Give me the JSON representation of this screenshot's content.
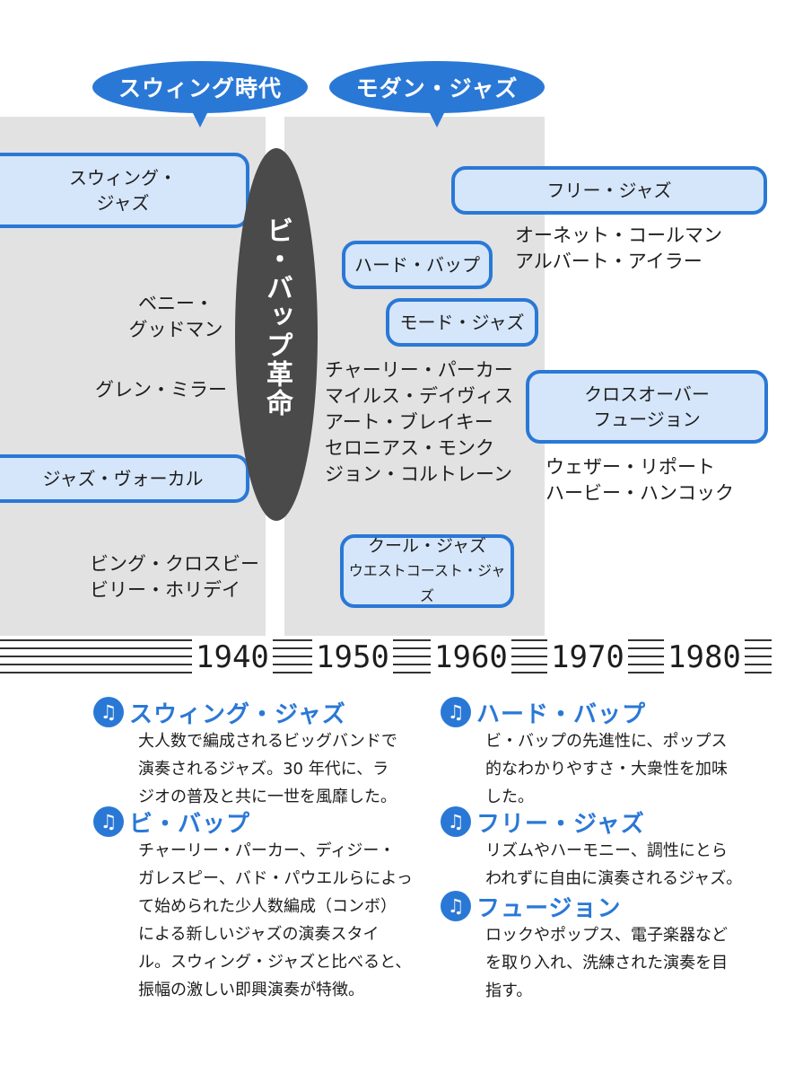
{
  "eras": {
    "swing": "スウィング時代",
    "modern": "モダン・ジャズ"
  },
  "bebop": "ビ・バップ革命",
  "styles": {
    "swing_jazz": [
      "スウィング・",
      "ジャズ"
    ],
    "jazz_vocal": "ジャズ・ヴォーカル",
    "free_jazz": "フリー・ジャズ",
    "hard_bop": "ハード・バップ",
    "mode_jazz": "モード・ジャズ",
    "crossover": [
      "クロスオーバー",
      "フュージョン"
    ],
    "cool_jazz": [
      "クール・ジャズ",
      "ウエストコースト・ジャズ"
    ]
  },
  "people": {
    "goodman": [
      "ベニー・",
      "グッドマン"
    ],
    "miller": "グレン・ミラー",
    "vocal": [
      "ビング・クロスビー",
      "ビリー・ホリデイ"
    ],
    "free": [
      "オーネット・コールマン",
      "アルバート・アイラー"
    ],
    "modern": [
      "チャーリー・パーカー",
      "マイルス・デイヴィス",
      "アート・ブレイキー",
      "セロニアス・モンク",
      "ジョン・コルトレーン"
    ],
    "fusion": [
      "ウェザー・リポート",
      "ハービー・ハンコック"
    ]
  },
  "years": [
    "1940",
    "1950",
    "1960",
    "1970",
    "1980"
  ],
  "notes": [
    {
      "title": "スウィング・ジャズ",
      "lines": [
        "大人数で編成されるビッグバンドで",
        "演奏されるジャズ。30 年代に、ラ",
        "ジオの普及と共に一世を風靡した。"
      ]
    },
    {
      "title": "ビ・バップ",
      "lines": [
        "チャーリー・パーカー、ディジー・",
        "ガレスピー、バド・パウエルらによっ",
        "て始められた少人数編成（コンボ）",
        "による新しいジャズの演奏スタイ",
        "ル。スウィング・ジャズと比べると、",
        "振幅の激しい即興演奏が特徴。"
      ]
    },
    {
      "title": "ハード・バップ",
      "lines": [
        "ビ・バップの先進性に、ポップス",
        "的なわかりやすさ・大衆性を加味",
        "した。"
      ]
    },
    {
      "title": "フリー・ジャズ",
      "lines": [
        "リズムやハーモニー、調性にとら",
        "われずに自由に演奏されるジャズ。"
      ]
    },
    {
      "title": "フュージョン",
      "lines": [
        "ロックやポップス、電子楽器など",
        "を取り入れ、洗練された演奏を目",
        "指す。"
      ]
    }
  ],
  "colors": {
    "accent": "#2a78d6",
    "box_fill": "#d5e6fa",
    "band": "#e2e2e2",
    "bebop": "#4a4a4a"
  },
  "icon": "music-note-icon"
}
